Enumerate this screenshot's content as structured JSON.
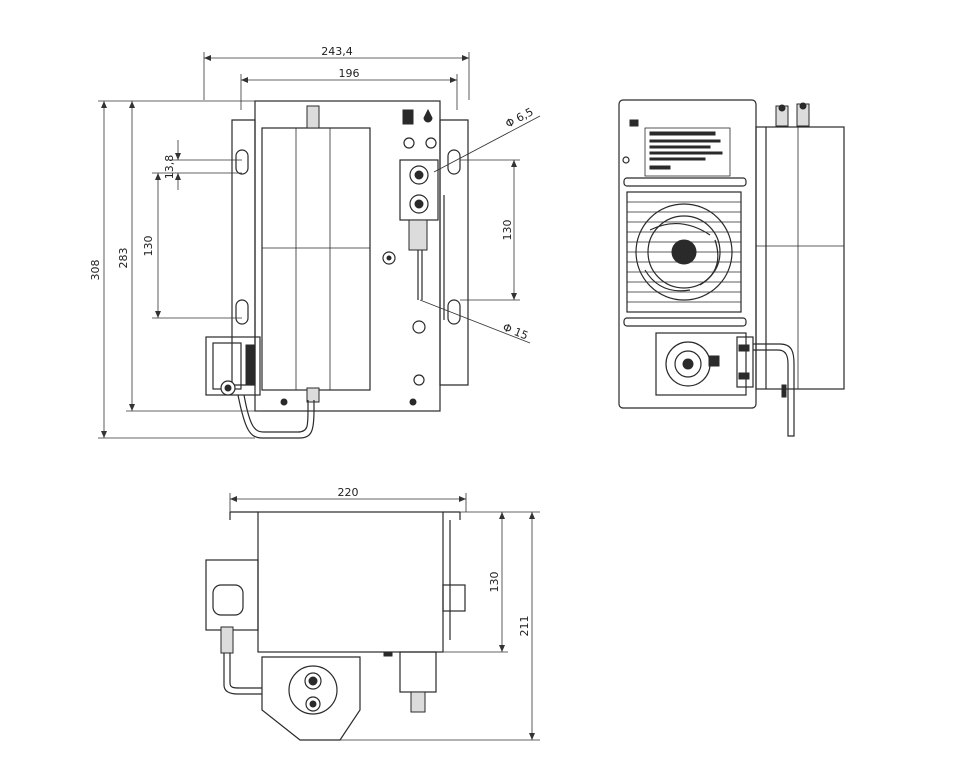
{
  "front_view": {
    "dim_total_width": "243,4",
    "dim_inner_width": "196",
    "dim_total_height": "308",
    "dim_body_height": "283",
    "dim_hole_spacing": "130",
    "dim_offset": "13,8",
    "dim_right_spacing": "130",
    "dim_port_diameter": "Φ 6,5",
    "dim_hole_diameter": "Φ 15"
  },
  "bottom_view": {
    "dim_width": "220",
    "dim_depth": "130",
    "dim_total_depth": "211"
  },
  "icons": [
    "mounting-hole-icon",
    "fan-grille-icon",
    "pump-head-icon",
    "fitting-icon",
    "label-plate-icon"
  ]
}
